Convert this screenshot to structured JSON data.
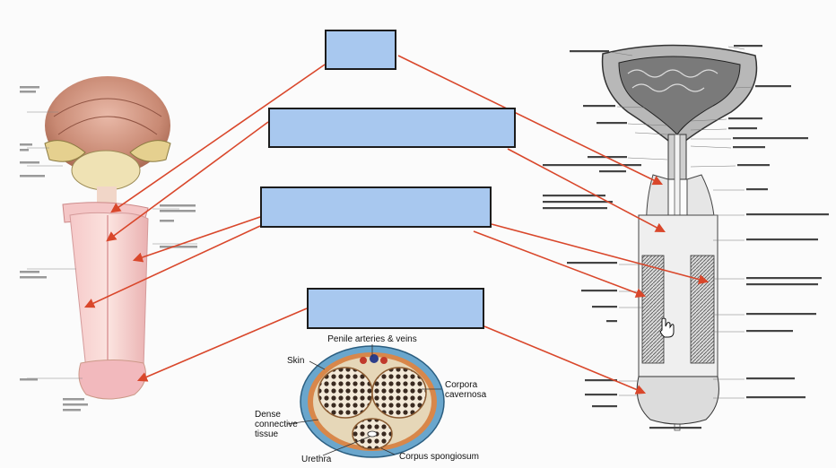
{
  "diagram": {
    "cross_section_labels": {
      "arteries": "Penile arteries & veins",
      "skin": "Skin",
      "corpora_cavernosa": "Corpora cavernosa",
      "dense_connective": "Dense connective tissue",
      "urethra": "Urethra",
      "corpus_spongiosum": "Corpus spongiosum"
    },
    "colors": {
      "label_box_fill": "#a8c8ef",
      "label_box_border": "#1c1c1c",
      "pointer_line": "#d9472b",
      "background": "#fbfbfb"
    }
  }
}
